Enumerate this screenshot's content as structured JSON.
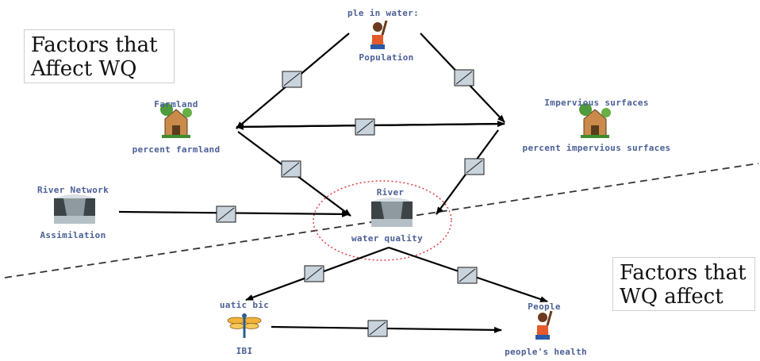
{
  "titles": {
    "affect_wq": [
      "Factors that",
      "Affect WQ"
    ],
    "wq_affect": [
      "Factors that",
      "WQ affect"
    ]
  },
  "nodes": {
    "population": {
      "title": "ple in water:",
      "label": "Population",
      "icon": "person-waving-icon"
    },
    "farmland": {
      "title": "Farmland",
      "label": "percent farmland",
      "icon": "farmhouse-icon"
    },
    "impervious": {
      "title": "Impervious surfaces",
      "label": "percent impervious surfaces",
      "icon": "farmhouse-icon"
    },
    "river_network": {
      "title": "River Network",
      "label": "Assimilation",
      "icon": "river-photo-icon"
    },
    "river": {
      "title": "River",
      "label": "water quality",
      "icon": "river-photo-icon"
    },
    "aquatic": {
      "title": "uatic bic",
      "label": "IBI",
      "icon": "dragonfly-icon"
    },
    "people": {
      "title": "People",
      "label": "people's health",
      "icon": "person-waving-icon"
    }
  },
  "colors": {
    "label_text": "#4a5f96",
    "arrow": "#000000",
    "link_box": "#c9d3dc",
    "focus_circle": "#e0303a",
    "divider": "#333333"
  }
}
